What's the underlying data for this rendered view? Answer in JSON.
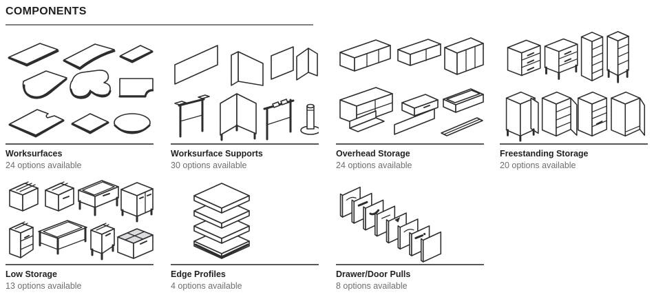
{
  "header": {
    "title": "COMPONENTS"
  },
  "categories": [
    {
      "name": "Worksurfaces",
      "availability": "24 options available",
      "icon": "worksurfaces-illustration"
    },
    {
      "name": "Worksurface Supports",
      "availability": "30 options available",
      "icon": "worksurface-supports-illustration"
    },
    {
      "name": "Overhead Storage",
      "availability": "24 options available",
      "icon": "overhead-storage-illustration"
    },
    {
      "name": "Freestanding Storage",
      "availability": "20 options available",
      "icon": "freestanding-storage-illustration"
    },
    {
      "name": "Low Storage",
      "availability": "13 options available",
      "icon": "low-storage-illustration"
    },
    {
      "name": "Edge Profiles",
      "availability": "4 options available",
      "icon": "edge-profiles-illustration"
    },
    {
      "name": "Drawer/Door Pulls",
      "availability": "8 options available",
      "icon": "drawer-door-pulls-illustration"
    }
  ],
  "colors": {
    "ink": "#231f20",
    "muted_text": "#6d6e71",
    "divider": "#55565a",
    "header_rule": "#808184",
    "shaded_fill": "#dcdcde",
    "background": "#ffffff"
  }
}
